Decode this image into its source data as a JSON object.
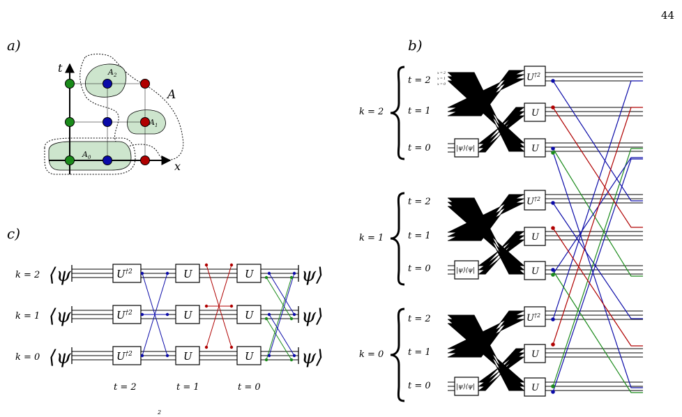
{
  "page_number": "44",
  "panels": {
    "a": {
      "label": "a)",
      "axis_t": "t",
      "axis_x": "x",
      "region_labels": [
        "A",
        "A",
        "A",
        "A"
      ],
      "region_subscripts": [
        "",
        "2",
        "1",
        "0"
      ]
    },
    "b": {
      "label": "b)",
      "blocks": [
        {
          "k": "k = 2",
          "rows": [
            "t = 2",
            "t = 1",
            "t = 0"
          ]
        },
        {
          "k": "k = 1",
          "rows": [
            "t = 2",
            "t = 1",
            "t = 0"
          ]
        },
        {
          "k": "k = 0",
          "rows": [
            "t = 2",
            "t = 1",
            "t = 0"
          ]
        }
      ],
      "x_labels": [
        "x = 2",
        "x = 1",
        "x = 0"
      ],
      "state_gate": "|ψ⟩⟨ψ|",
      "gate_dagger": "U",
      "gate_dagger_sup": "†2",
      "gate_u": "U"
    },
    "c": {
      "label": "c)",
      "rows": [
        "k = 2",
        "k = 1",
        "k = 0"
      ],
      "bra": "⟨ψ",
      "ket": "ψ⟩",
      "gate_dagger": "U",
      "gate_dagger_sup": "†2",
      "gate_u": "U",
      "time_labels": [
        "t = 2",
        "t = 1",
        "t = 0"
      ],
      "footnote_sup": "2"
    }
  },
  "colors": {
    "green": "#1a8a1a",
    "blue": "#0a0aa8",
    "red": "#b00000",
    "region_fill": "#cde5cd",
    "black": "#000000"
  }
}
